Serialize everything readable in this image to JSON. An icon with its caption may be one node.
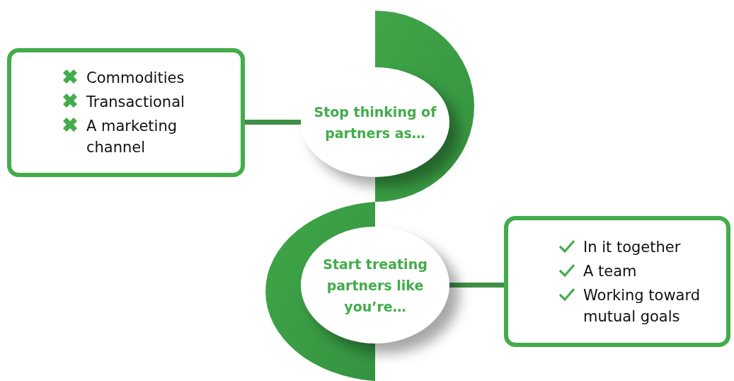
{
  "diagram": {
    "nodes": [
      {
        "text": [
          "Commodities",
          "Transactional",
          "A marketing channel"
        ]
      },
      {
        "text": [
          "Stop thinking of partners as…"
        ]
      },
      {
        "text": [
          "Start treating partners like you’re…"
        ]
      },
      {
        "text": [
          "In it together",
          "A team",
          "Working toward mutual goals"
        ]
      }
    ],
    "edges": [
      {
        "from": 0,
        "to": 1,
        "arrow": "none"
      },
      {
        "from": 2,
        "to": 3,
        "arrow": "none"
      }
    ]
  }
}
